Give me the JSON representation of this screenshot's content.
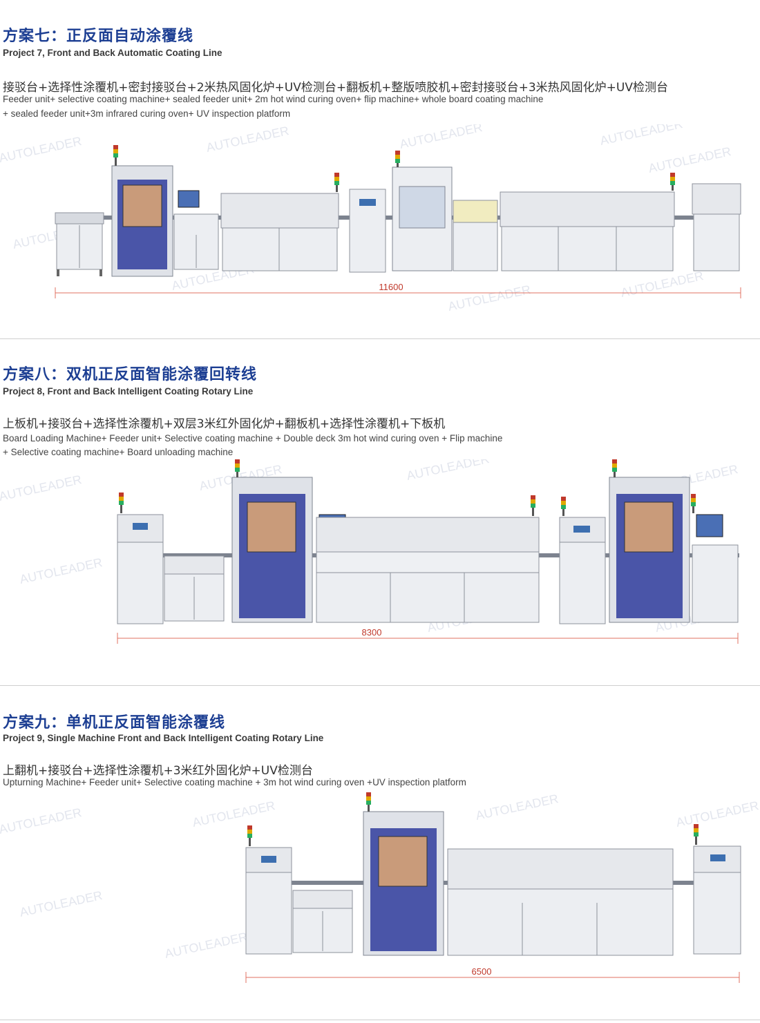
{
  "watermark": "AUTOLEADER",
  "colors": {
    "title": "#1d3f93",
    "machine_blue": "#4a55a8",
    "dimension_line": "#e07060",
    "cabinet": "#eceef2",
    "frame": "#9ea3ad"
  },
  "projects": [
    {
      "title_cn": "方案七：正反面自动涂覆线",
      "title_en": "Project 7, Front and Back Automatic Coating Line",
      "desc_cn": "接驳台+选择性涂覆机+密封接驳台+2米热风固化炉+UV检测台+翻板机+整版喷胶机+密封接驳台+3米热风固化炉+UV检测台",
      "desc_en_line1": "Feeder unit+ selective coating machine+ sealed feeder unit+ 2m hot wind curing oven+ flip machine+ whole board coating machine",
      "desc_en_line2": "+ sealed feeder unit+3m infrared curing oven+ UV inspection platform",
      "dimension": "11600"
    },
    {
      "title_cn": "方案八：双机正反面智能涂覆回转线",
      "title_en": "Project 8, Front and Back Intelligent Coating Rotary Line",
      "desc_cn": "上板机+接驳台+选择性涂覆机+双层3米红外固化炉+翻板机+选择性涂覆机+下板机",
      "desc_en_line1": "Board Loading Machine+ Feeder unit+ Selective coating machine + Double deck 3m hot wind curing oven + Flip machine",
      "desc_en_line2": "+ Selective coating machine+ Board unloading machine",
      "dimension": "8300"
    },
    {
      "title_cn": "方案九：单机正反面智能涂覆线",
      "title_en": "Project 9, Single Machine Front and Back Intelligent Coating Rotary Line",
      "desc_cn": "上翻机+接驳台+选择性涂覆机+3米红外固化炉+UV检测台",
      "desc_en_line1": "Upturning Machine+ Feeder unit+ Selective coating machine + 3m hot wind curing oven +UV inspection platform",
      "desc_en_line2": "",
      "dimension": "6500"
    }
  ]
}
